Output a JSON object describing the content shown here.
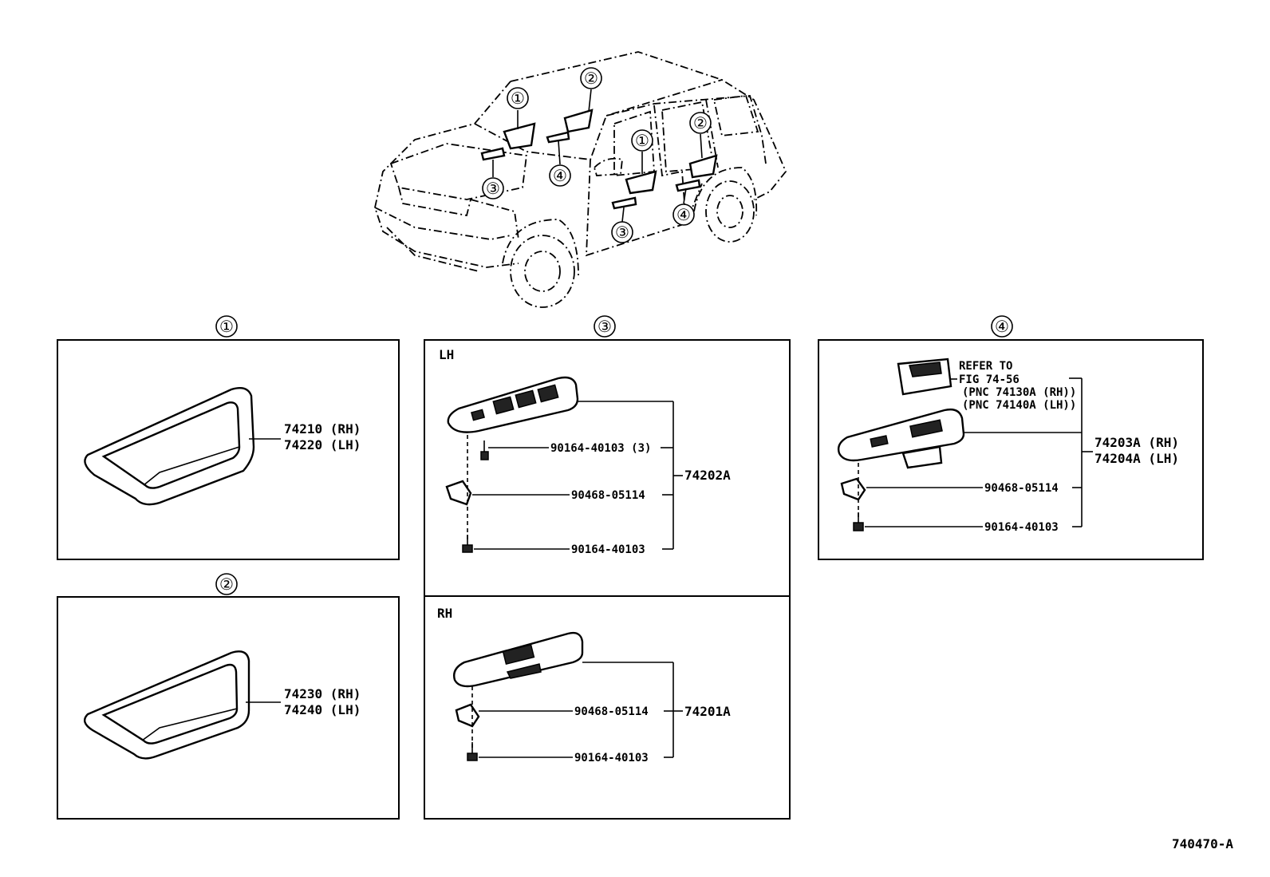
{
  "vehicle_callouts": [
    "①",
    "②",
    "①",
    "②",
    "④",
    "③",
    "④",
    "③"
  ],
  "panel1": {
    "header": "①",
    "label_rh": "74210 (RH)",
    "label_lh": "74220 (LH)"
  },
  "panel2": {
    "header": "②",
    "label_rh": "74230 (RH)",
    "label_lh": "74240 (LH)"
  },
  "panel3": {
    "header": "③",
    "lh": {
      "side": "LH",
      "part_screw_a": "90164-40103 (3)",
      "part_clip": "90468-05114",
      "part_screw_b": "90164-40103",
      "assembly": "74202A"
    },
    "rh": {
      "side": "RH",
      "part_clip": "90468-05114",
      "part_screw": "90164-40103",
      "assembly": "74201A"
    }
  },
  "panel4": {
    "header": "④",
    "refer_line1": "REFER TO",
    "refer_line2": "FIG 74-56",
    "pnc_rh": "(PNC 74130A (RH))",
    "pnc_lh": "(PNC 74140A (LH))",
    "assembly_rh": "74203A (RH)",
    "assembly_lh": "74204A (LH)",
    "part_clip": "90468-05114",
    "part_screw": "90164-40103"
  },
  "figure_id": "740470-A"
}
